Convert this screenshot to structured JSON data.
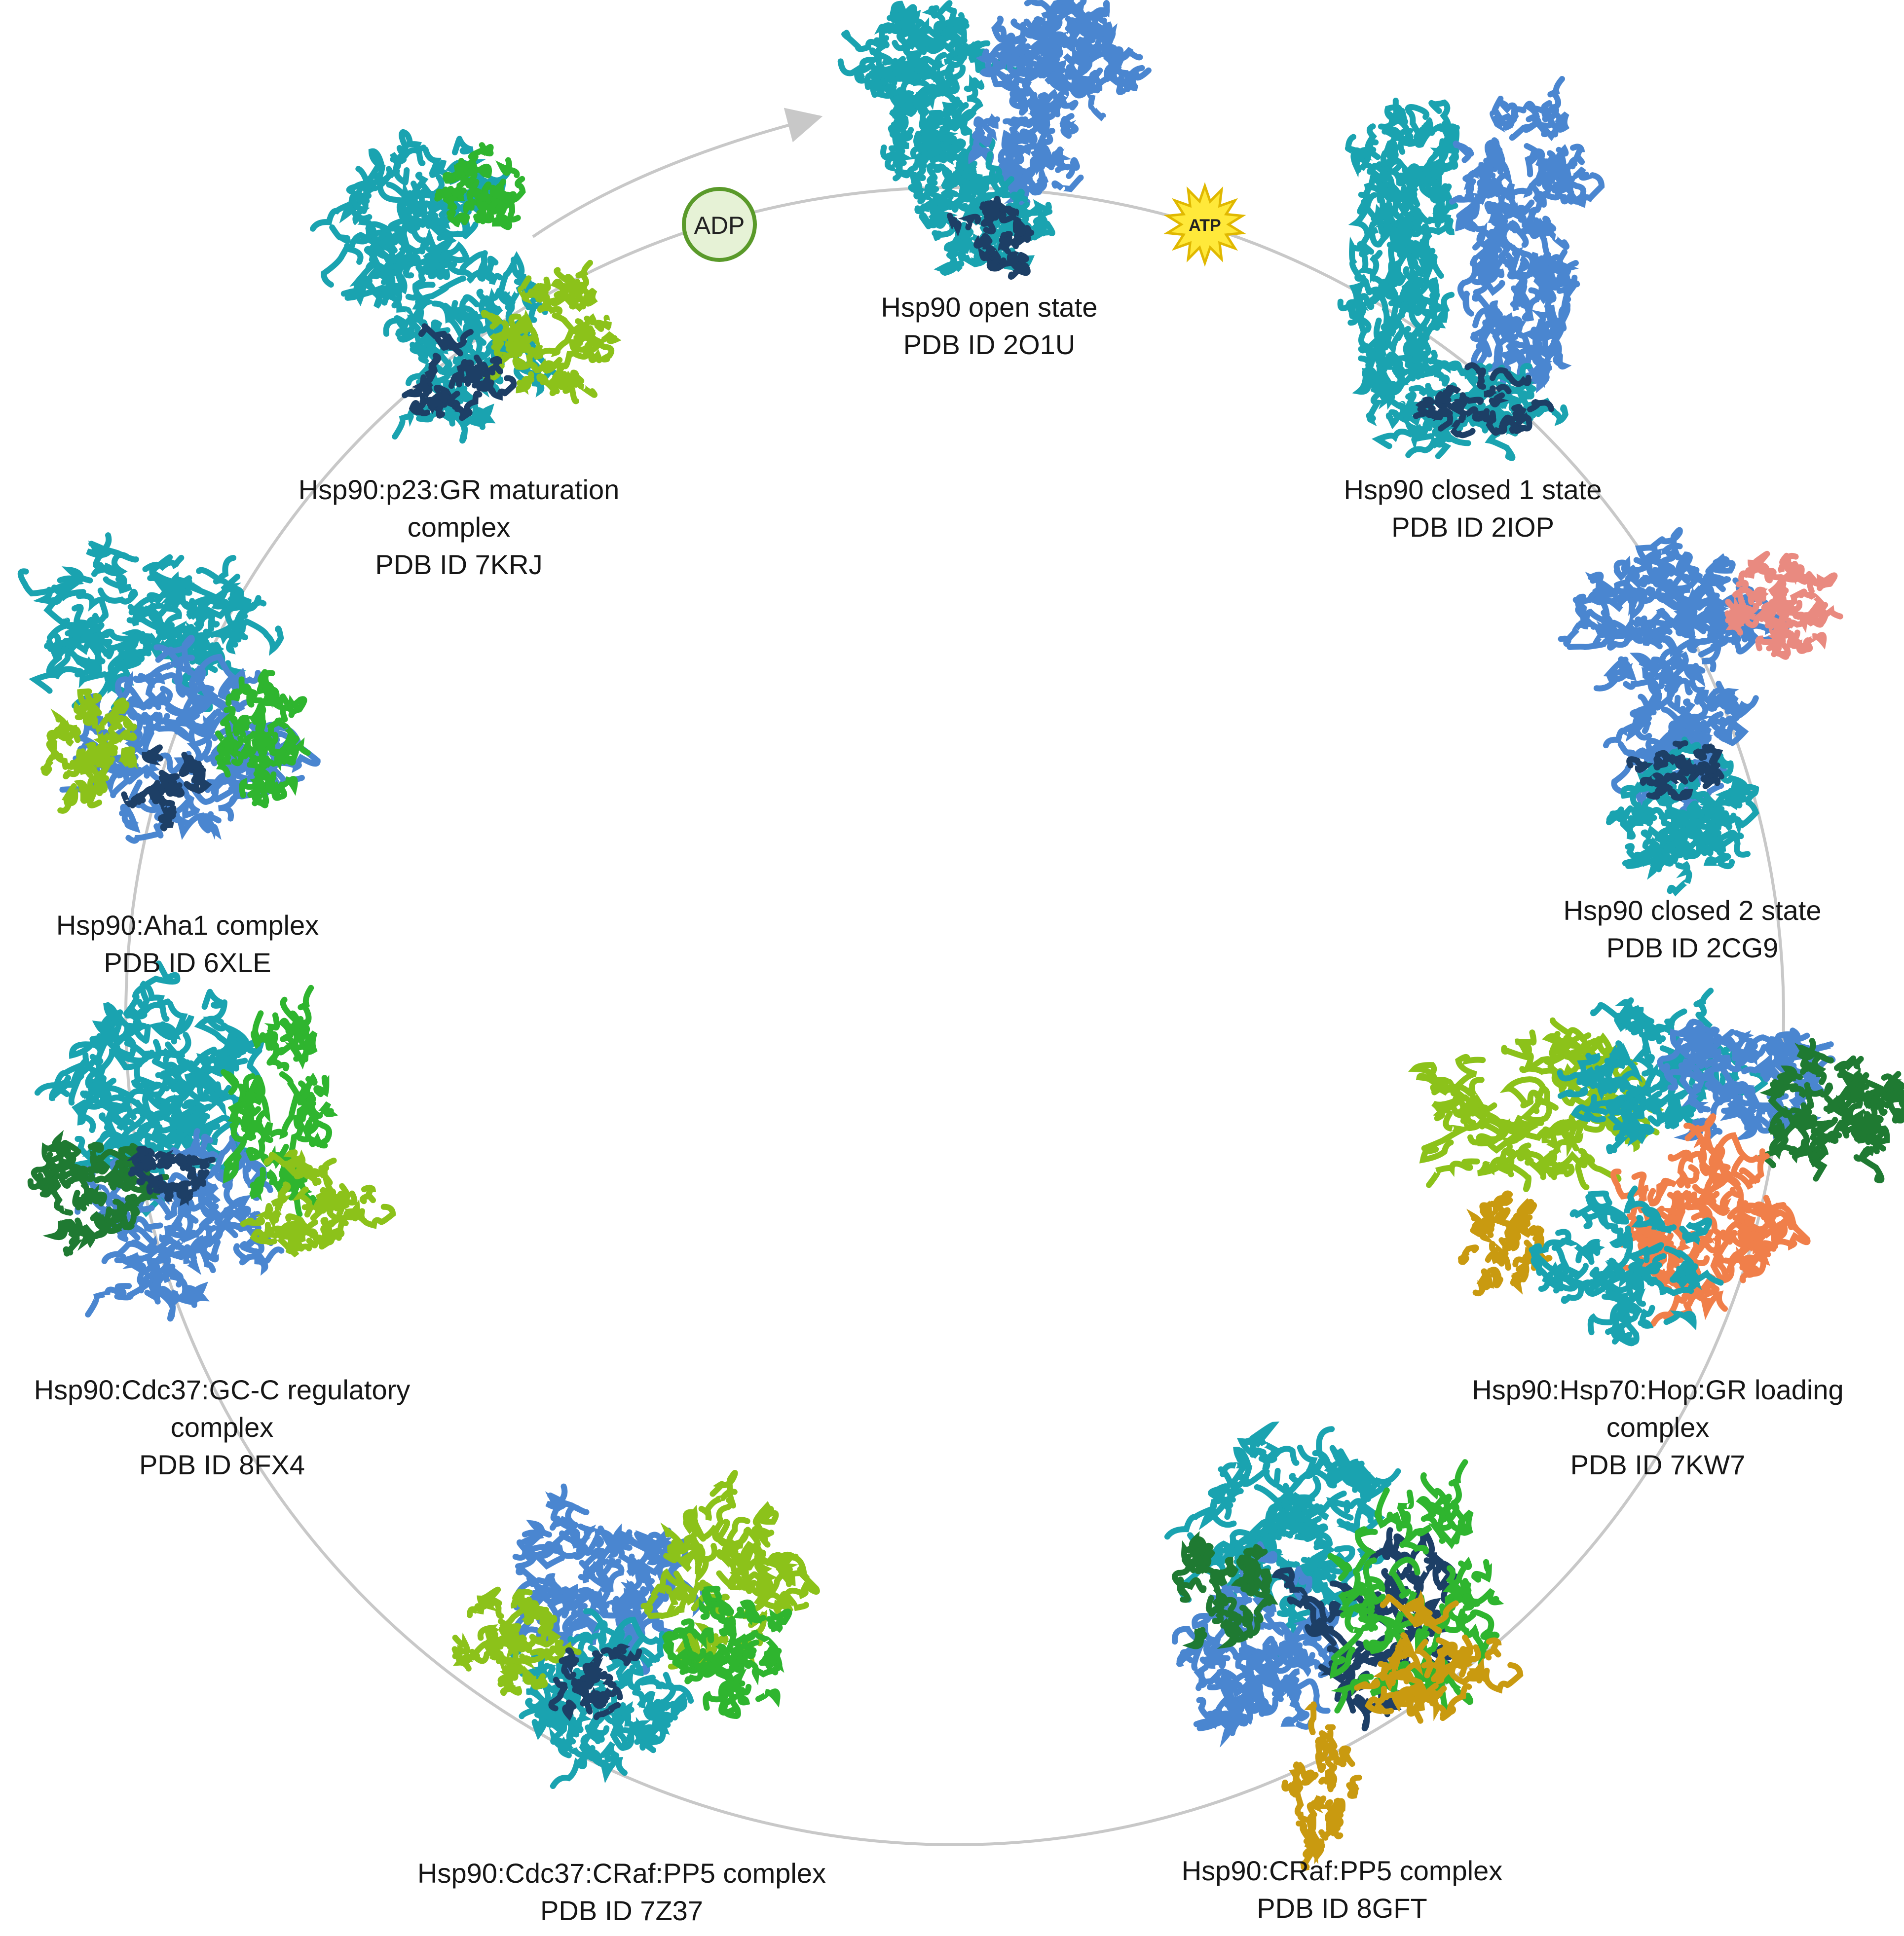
{
  "diagram": {
    "cofactors": {
      "adp_label": "ADP",
      "atp_label": "ATP"
    },
    "states": [
      {
        "id": "open",
        "lines": [
          "Hsp90 open state",
          "PDB ID 2O1U"
        ]
      },
      {
        "id": "closed1",
        "lines": [
          "Hsp90 closed 1 state",
          "PDB ID 2IOP"
        ]
      },
      {
        "id": "closed2",
        "lines": [
          "Hsp90 closed 2 state",
          "PDB ID 2CG9"
        ]
      },
      {
        "id": "loading",
        "lines": [
          "Hsp90:Hsp70:Hop:GR loading",
          "complex",
          "PDB ID 7KW7"
        ]
      },
      {
        "id": "craf-pp5",
        "lines": [
          "Hsp90:CRaf:PP5 complex",
          "PDB ID 8GFT"
        ]
      },
      {
        "id": "cdc37-craf-pp5",
        "lines": [
          "Hsp90:Cdc37:CRaf:PP5 complex",
          "PDB ID 7Z37"
        ]
      },
      {
        "id": "cdc37-gcc",
        "lines": [
          "Hsp90:Cdc37:GC-C regulatory",
          "complex",
          "PDB ID 8FX4"
        ]
      },
      {
        "id": "aha1",
        "lines": [
          "Hsp90:Aha1 complex",
          "PDB ID 6XLE"
        ]
      },
      {
        "id": "p23-gr",
        "lines": [
          "Hsp90:p23:GR maturation",
          "complex",
          "PDB ID 7KRJ"
        ]
      }
    ],
    "colors": {
      "hsp90_a": "#4a86d0",
      "hsp90_b": "#1aa3b0",
      "hsp90_dark": "#1d3f66",
      "green": "#2fb52f",
      "lime": "#8cc21a",
      "dark_green": "#1f7a32",
      "salmon": "#e98a80",
      "orange": "#f07f4a",
      "gold": "#c99a10",
      "cycle_line": "#c8c8c8",
      "adp_fill": "#e6f2d6",
      "adp_stroke": "#5a9a2a",
      "atp_fill": "#ffe93a",
      "atp_stroke": "#e0b800"
    }
  }
}
